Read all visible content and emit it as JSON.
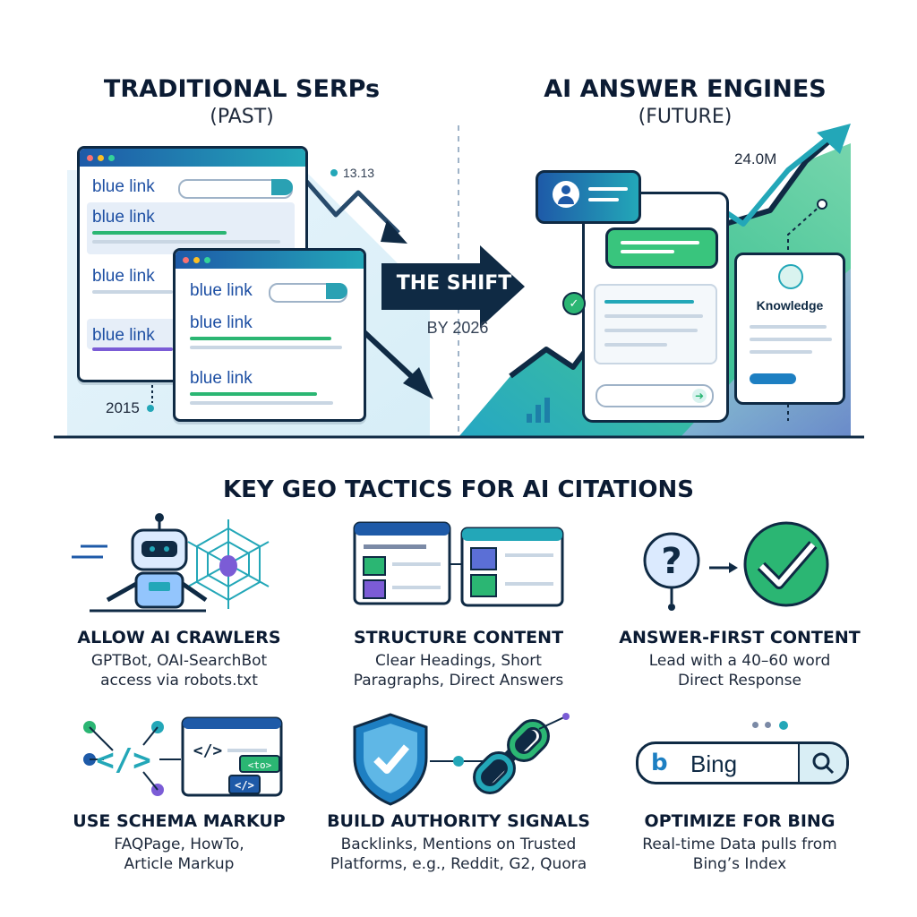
{
  "past": {
    "title": "TRADITIONAL SERPs",
    "subtitle": "(PAST)",
    "year": "2015",
    "trend_value": "13.13",
    "links": [
      "blue link",
      "blue link",
      "blue link",
      "blue link",
      "blue link",
      "blue link",
      "blue link"
    ]
  },
  "future": {
    "title": "AI ANSWER ENGINES",
    "subtitle": "(FUTURE)",
    "trend_value": "24.0M",
    "knowledge_label": "Knowledge"
  },
  "shift": {
    "label": "THE SHIFT",
    "date": "BY 2026"
  },
  "tactics_heading": "KEY GEO TACTICS FOR AI CITATIONS",
  "tactics": [
    {
      "title": "ALLOW AI CRAWLERS",
      "desc": [
        "GPTBot, OAI-SearchBot",
        "access via robots.txt"
      ],
      "icon": "robot-spider-icon"
    },
    {
      "title": "STRUCTURE CONTENT",
      "desc": [
        "Clear Headings, Short",
        "Paragraphs, Direct Answers"
      ],
      "icon": "structured-pages-icon"
    },
    {
      "title": "ANSWER-FIRST CONTENT",
      "desc": [
        "Lead with a 40–60 word",
        "Direct Response"
      ],
      "icon": "question-to-check-icon"
    },
    {
      "title": "USE SCHEMA MARKUP",
      "desc": [
        "FAQPage, HowTo,",
        "Article Markup"
      ],
      "icon": "code-schema-icon"
    },
    {
      "title": "BUILD AUTHORITY SIGNALS",
      "desc": [
        "Backlinks, Mentions on Trusted",
        "Platforms, e.g., Reddit, G2, Quora"
      ],
      "icon": "shield-chain-icon"
    },
    {
      "title": "OPTIMIZE FOR BING",
      "desc": [
        "Real-time Data pulls from",
        "Bing’s Index"
      ],
      "icon": "bing-search-icon",
      "brand": "Bing"
    }
  ],
  "colors": {
    "navy": "#0f2a44",
    "teal": "#23a7b8",
    "green": "#2bb673",
    "blue_link": "#1d4fa3",
    "purple": "#7b5cd6"
  }
}
